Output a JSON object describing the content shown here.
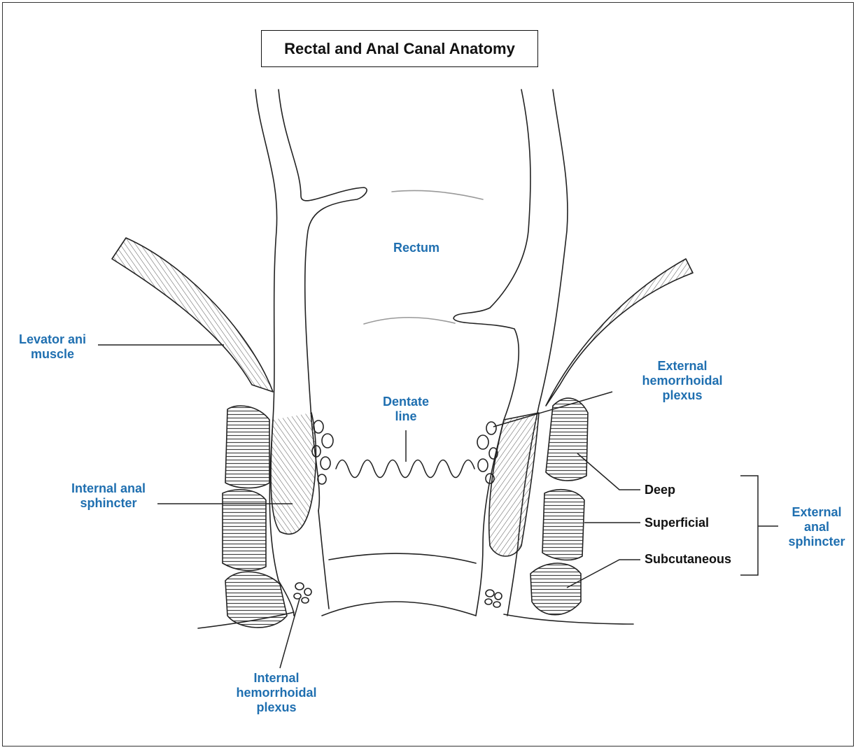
{
  "title": "Rectal and Anal Canal Anatomy",
  "labels": {
    "rectum": "Rectum",
    "levator_ani": [
      "Levator ani",
      "muscle"
    ],
    "dentate_line": [
      "Dentate",
      "line"
    ],
    "external_plexus": [
      "External",
      "hemorrhoidal",
      "plexus"
    ],
    "internal_sphincter": [
      "Internal anal",
      "sphincter"
    ],
    "internal_plexus": [
      "Internal",
      "hemorrhoidal",
      "plexus"
    ],
    "deep": "Deep",
    "superficial": "Superficial",
    "subcutaneous": "Subcutaneous",
    "external_sphincter": [
      "External",
      "anal",
      "sphincter"
    ]
  },
  "colors": {
    "label_blue": "#1f6fb0",
    "label_black": "#111111",
    "line": "#222222"
  }
}
